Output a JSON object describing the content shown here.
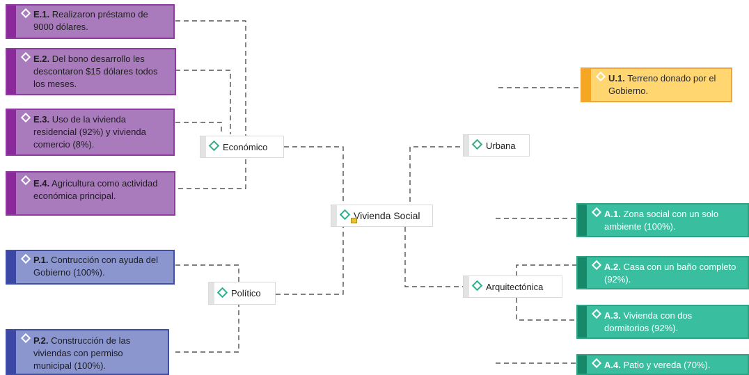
{
  "central": {
    "label": "Vivienda Social"
  },
  "categories": [
    {
      "id": "economico",
      "label": "Económico"
    },
    {
      "id": "politico",
      "label": "Político"
    },
    {
      "id": "urbana",
      "label": "Urbana"
    },
    {
      "id": "arquitectonica",
      "label": "Arquitectónica"
    }
  ],
  "economic_items": [
    {
      "code": "E.1.",
      "lines": [
        "Realizaron préstamo de",
        "9000 dólares."
      ]
    },
    {
      "code": "E.2.",
      "lines": [
        "Del bono desarrollo les",
        "descontaron $15 dólares todos",
        "los meses."
      ]
    },
    {
      "code": "E.3.",
      "lines": [
        "Uso de la vivienda",
        "residencial (92%) y vivienda",
        "comercio (8%)."
      ]
    },
    {
      "code": "E.4.",
      "lines": [
        " Agricultura como actividad",
        "económica principal."
      ]
    }
  ],
  "political_items": [
    {
      "code": "P.1.",
      "lines": [
        "Contrucción con ayuda del",
        "Gobierno (100%)."
      ]
    },
    {
      "code": "P.2.",
      "lines": [
        "Construcción de las",
        "viviendas con permiso",
        "municipal (100%)."
      ]
    }
  ],
  "urban_items": [
    {
      "code": "U.1.",
      "lines": [
        "Terreno donado por el",
        "Gobierno."
      ]
    }
  ],
  "architecture_items": [
    {
      "code": "A.1.",
      "lines": [
        "Zona social con un solo",
        "ambiente (100%)."
      ]
    },
    {
      "code": "A.2.",
      "lines": [
        "Casa con un baño completo",
        "(92%)."
      ]
    },
    {
      "code": "A.3.",
      "lines": [
        "Vivienda con dos",
        "dormitorios (92%)."
      ]
    },
    {
      "code": "A.4.",
      "lines": [
        " Patio y vereda (70%)."
      ]
    }
  ],
  "colors": {
    "economic": "#a97bbd",
    "political": "#8b96cf",
    "urban": "#ffd66f",
    "architecture": "#39bf9f",
    "connector": "#333333"
  }
}
